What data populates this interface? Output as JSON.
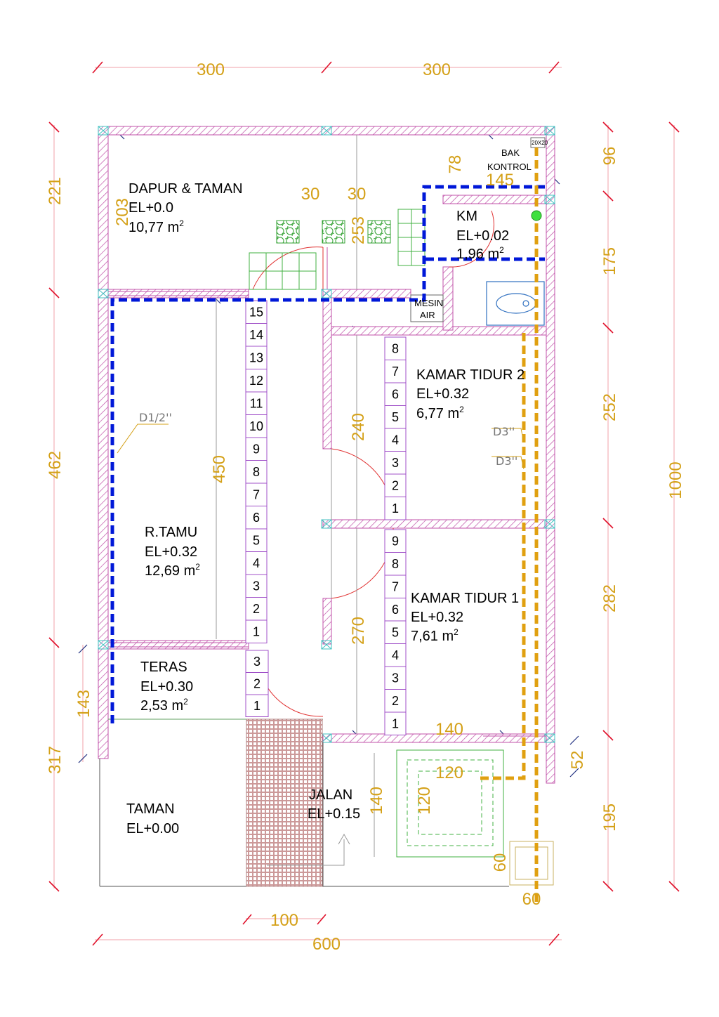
{
  "colors": {
    "wall": "#c050a8",
    "dimension": "#d4a017",
    "water_line": "#0018d8",
    "drain_line": "#e0a010",
    "tick": "#e0102a",
    "stairs": "#a050c8"
  },
  "dimensions": {
    "top_left": "300",
    "top_right": "300",
    "left_221": "221",
    "left_462": "462",
    "left_317": "317",
    "left_143": "143",
    "right_96": "96",
    "right_175": "175",
    "right_252": "252",
    "right_282": "282",
    "right_52": "52",
    "right_195": "195",
    "total_1000": "1000",
    "bottom_100": "100",
    "bottom_600": "600",
    "inner_203": "203",
    "inner_30a": "30",
    "inner_30b": "30",
    "inner_253": "253",
    "inner_78": "78",
    "inner_145": "145",
    "inner_450": "450",
    "inner_240": "240",
    "inner_270": "270",
    "inner_140_bottom": "140",
    "inner_120_h": "120",
    "inner_120_v": "120",
    "inner_140_v": "140",
    "inner_60_v": "60",
    "inner_60_h": "60"
  },
  "rooms": {
    "dapur": {
      "name": "DAPUR & TAMAN",
      "el": "EL+0.0",
      "area": "10,77 m",
      "sup": "2"
    },
    "km": {
      "name": "KM",
      "el": "EL+0.02",
      "area": "1,96 m",
      "sup": "2"
    },
    "kamar2": {
      "name": "KAMAR TIDUR 2",
      "el": "EL+0.32",
      "area": "6,77 m",
      "sup": "2"
    },
    "tamu": {
      "name": "R.TAMU",
      "el": "EL+0.32",
      "area": "12,69 m",
      "sup": "2"
    },
    "kamar1": {
      "name": "KAMAR TIDUR 1",
      "el": "EL+0.32",
      "area": "7,61 m",
      "sup": "2"
    },
    "teras": {
      "name": "TERAS",
      "el": "EL+0.30",
      "area": "2,53 m",
      "sup": "2"
    },
    "taman": {
      "name": "TAMAN",
      "el": "EL+0.00"
    },
    "jalan": {
      "name": "JALAN",
      "el": "EL+0.15"
    }
  },
  "labels": {
    "bak_1": "BAK",
    "bak_2": "KONTROL",
    "bak_size": "20X20",
    "mesin_1": "MESIN",
    "mesin_2": "AIR",
    "pipe_d12": "D1/2''",
    "pipe_d3a": "D3''",
    "pipe_d3b": "D3''"
  },
  "stairs": {
    "main": [
      "15",
      "14",
      "13",
      "12",
      "11",
      "10",
      "9",
      "8",
      "7",
      "6",
      "5",
      "4",
      "3",
      "2",
      "1"
    ],
    "teras": [
      "3",
      "2",
      "1"
    ],
    "kamar2": [
      "8",
      "7",
      "6",
      "5",
      "4",
      "3",
      "2",
      "1"
    ],
    "kamar1": [
      "9",
      "8",
      "7",
      "6",
      "5",
      "4",
      "3",
      "2",
      "1"
    ]
  }
}
